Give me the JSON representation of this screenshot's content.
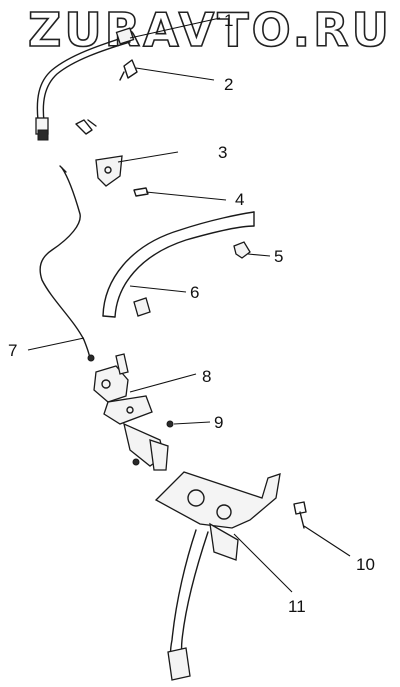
{
  "watermark": {
    "text": "ZURAVTO.RU"
  },
  "callouts": [
    {
      "id": "1",
      "label": "1"
    },
    {
      "id": "2",
      "label": "2"
    },
    {
      "id": "3",
      "label": "3"
    },
    {
      "id": "4",
      "label": "4"
    },
    {
      "id": "5",
      "label": "5"
    },
    {
      "id": "6",
      "label": "6"
    },
    {
      "id": "7",
      "label": "7"
    },
    {
      "id": "8",
      "label": "8"
    },
    {
      "id": "9",
      "label": "9"
    },
    {
      "id": "10",
      "label": "10"
    },
    {
      "id": "11",
      "label": "11"
    }
  ]
}
